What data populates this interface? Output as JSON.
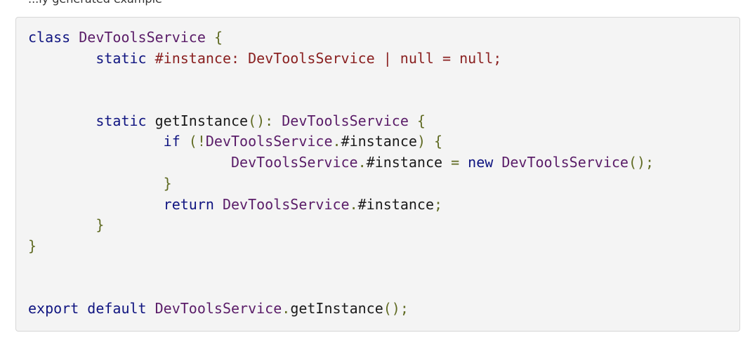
{
  "top_text": "...ly generated example",
  "code_lines": [
    [
      {
        "t": "class",
        "c": "kw"
      },
      {
        "t": " ",
        "c": "idt"
      },
      {
        "t": "DevToolsService",
        "c": "cls"
      },
      {
        "t": " ",
        "c": "idt"
      },
      {
        "t": "{",
        "c": "pun"
      }
    ],
    [
      {
        "t": "        ",
        "c": "idt"
      },
      {
        "t": "static",
        "c": "kw"
      },
      {
        "t": " #instance: DevToolsService | null = null;",
        "c": "pri"
      }
    ],
    [],
    [],
    [
      {
        "t": "        ",
        "c": "idt"
      },
      {
        "t": "static",
        "c": "kw"
      },
      {
        "t": " getInstance",
        "c": "idt"
      },
      {
        "t": "():",
        "c": "pun"
      },
      {
        "t": " ",
        "c": "idt"
      },
      {
        "t": "DevToolsService",
        "c": "cls"
      },
      {
        "t": " ",
        "c": "idt"
      },
      {
        "t": "{",
        "c": "pun"
      }
    ],
    [
      {
        "t": "                ",
        "c": "idt"
      },
      {
        "t": "if",
        "c": "kw"
      },
      {
        "t": " ",
        "c": "idt"
      },
      {
        "t": "(!",
        "c": "pun"
      },
      {
        "t": "DevToolsService",
        "c": "cls"
      },
      {
        "t": ".",
        "c": "pun"
      },
      {
        "t": "#instance",
        "c": "idt"
      },
      {
        "t": ")",
        "c": "pun"
      },
      {
        "t": " ",
        "c": "idt"
      },
      {
        "t": "{",
        "c": "pun"
      }
    ],
    [
      {
        "t": "                        ",
        "c": "idt"
      },
      {
        "t": "DevToolsService",
        "c": "cls"
      },
      {
        "t": ".",
        "c": "pun"
      },
      {
        "t": "#instance",
        "c": "idt"
      },
      {
        "t": " ",
        "c": "idt"
      },
      {
        "t": "=",
        "c": "pun"
      },
      {
        "t": " ",
        "c": "idt"
      },
      {
        "t": "new",
        "c": "kw"
      },
      {
        "t": " ",
        "c": "idt"
      },
      {
        "t": "DevToolsService",
        "c": "cls"
      },
      {
        "t": "();",
        "c": "pun"
      }
    ],
    [
      {
        "t": "                ",
        "c": "idt"
      },
      {
        "t": "}",
        "c": "pun"
      }
    ],
    [
      {
        "t": "                ",
        "c": "idt"
      },
      {
        "t": "return",
        "c": "kw"
      },
      {
        "t": " ",
        "c": "idt"
      },
      {
        "t": "DevToolsService",
        "c": "cls"
      },
      {
        "t": ".",
        "c": "pun"
      },
      {
        "t": "#instance",
        "c": "idt"
      },
      {
        "t": ";",
        "c": "pun"
      }
    ],
    [
      {
        "t": "        ",
        "c": "idt"
      },
      {
        "t": "}",
        "c": "pun"
      }
    ],
    [
      {
        "t": "}",
        "c": "pun"
      }
    ],
    [],
    [],
    [
      {
        "t": "export",
        "c": "kw"
      },
      {
        "t": " ",
        "c": "idt"
      },
      {
        "t": "default",
        "c": "kw"
      },
      {
        "t": " ",
        "c": "idt"
      },
      {
        "t": "DevToolsService",
        "c": "cls"
      },
      {
        "t": ".",
        "c": "pun"
      },
      {
        "t": "getInstance",
        "c": "idt"
      },
      {
        "t": "();",
        "c": "pun"
      }
    ]
  ],
  "colors": {
    "keyword": "#0f1480",
    "class_name": "#5a1c68",
    "punctuation": "#5f6a22",
    "private_field": "#8a2020",
    "identifier": "#1a1a1a",
    "code_background": "#f4f4f4"
  }
}
